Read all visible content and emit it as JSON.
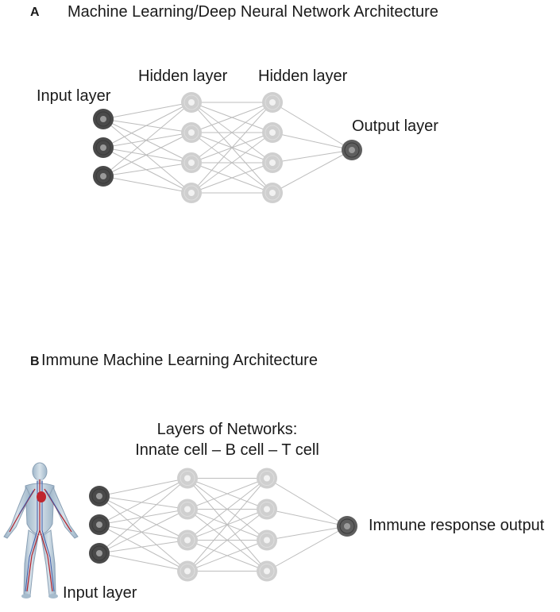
{
  "panelA": {
    "letter": "A",
    "title": "Machine Learning/Deep Neural Network Architecture",
    "labels": {
      "input": "Input layer",
      "hidden1": "Hidden layer",
      "hidden2": "Hidden layer",
      "output": "Output layer"
    }
  },
  "panelB": {
    "letter": "B",
    "title": "Immune Machine Learning  Architecture",
    "labels": {
      "networks_line1": "Layers of Networks:",
      "networks_line2": "Innate cell – B cell – T cell",
      "output": "Immune response output",
      "input": "Input layer"
    }
  },
  "colors": {
    "input_node": "#4a4a4a",
    "hidden_node": "#cfcfcf",
    "output_node": "#5e5e5e",
    "edge": "#bdbdbd"
  },
  "layer_node_counts": [
    3,
    4,
    4,
    1
  ]
}
